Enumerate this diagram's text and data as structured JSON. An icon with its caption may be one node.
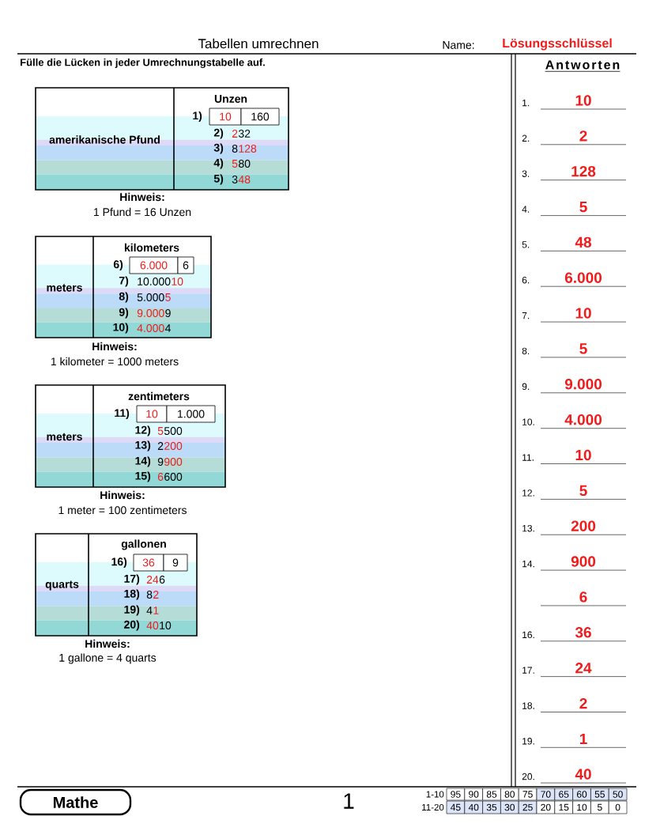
{
  "diagram": {
    "title": "Tabellen umrechnen",
    "labels": [
      "Name:",
      "Lösungsschlüssel",
      "Fülle die Lücken in jeder Umrechnungstabelle auf.",
      "Antworten",
      "amerikanische Pfund",
      "Unzen",
      "1)",
      "10",
      "160",
      "2)",
      "2",
      "32",
      "3)",
      "8",
      "128",
      "4)",
      "5",
      "80",
      "5)",
      "3",
      "48",
      "Hinweis:",
      "1 Pfund = 16 Unzen",
      "meters",
      "kilometers",
      "6)",
      "6.000",
      "6",
      "7)",
      "10.000",
      "10",
      "8)",
      "5.000",
      "5",
      "9)",
      "9.000",
      "9",
      "10)",
      "4.000",
      "4",
      "Hinweis:",
      "1 kilometer = 1000 meters",
      "meters",
      "zentimeters",
      "11)",
      "10",
      "1.000",
      "12)",
      "5",
      "500",
      "13)",
      "2",
      "200",
      "14)",
      "9",
      "900",
      "15)",
      "6",
      "600",
      "Hinweis:",
      "1 meter = 100 zentimeters",
      "quarts",
      "gallonen",
      "16)",
      "36",
      "9",
      "17)",
      "24",
      "6",
      "18)",
      "8",
      "2",
      "19)",
      "4",
      "1",
      "20)",
      "40",
      "10",
      "Hinweis:",
      "1 gallone = 4 quarts",
      "1.",
      "10",
      "2.",
      "2",
      "3.",
      "128",
      "4.",
      "5",
      "5.",
      "48",
      "6.",
      "6.000",
      "7.",
      "10",
      "8.",
      "5",
      "9.",
      "9.000",
      "10.",
      "4.000",
      "11.",
      "10",
      "12.",
      "5",
      "13.",
      "200",
      "14.",
      "900",
      "6",
      "16.",
      "36",
      "17.",
      "24",
      "18.",
      "2",
      "19.",
      "1",
      "20.",
      "40",
      "Mathe",
      "1",
      "1-10",
      "95",
      "90",
      "85",
      "80",
      "75",
      "70",
      "65",
      "60",
      "55",
      "50",
      "11-20",
      "45",
      "40",
      "35",
      "30",
      "25",
      "20",
      "15",
      "10",
      "5",
      "0"
    ]
  }
}
